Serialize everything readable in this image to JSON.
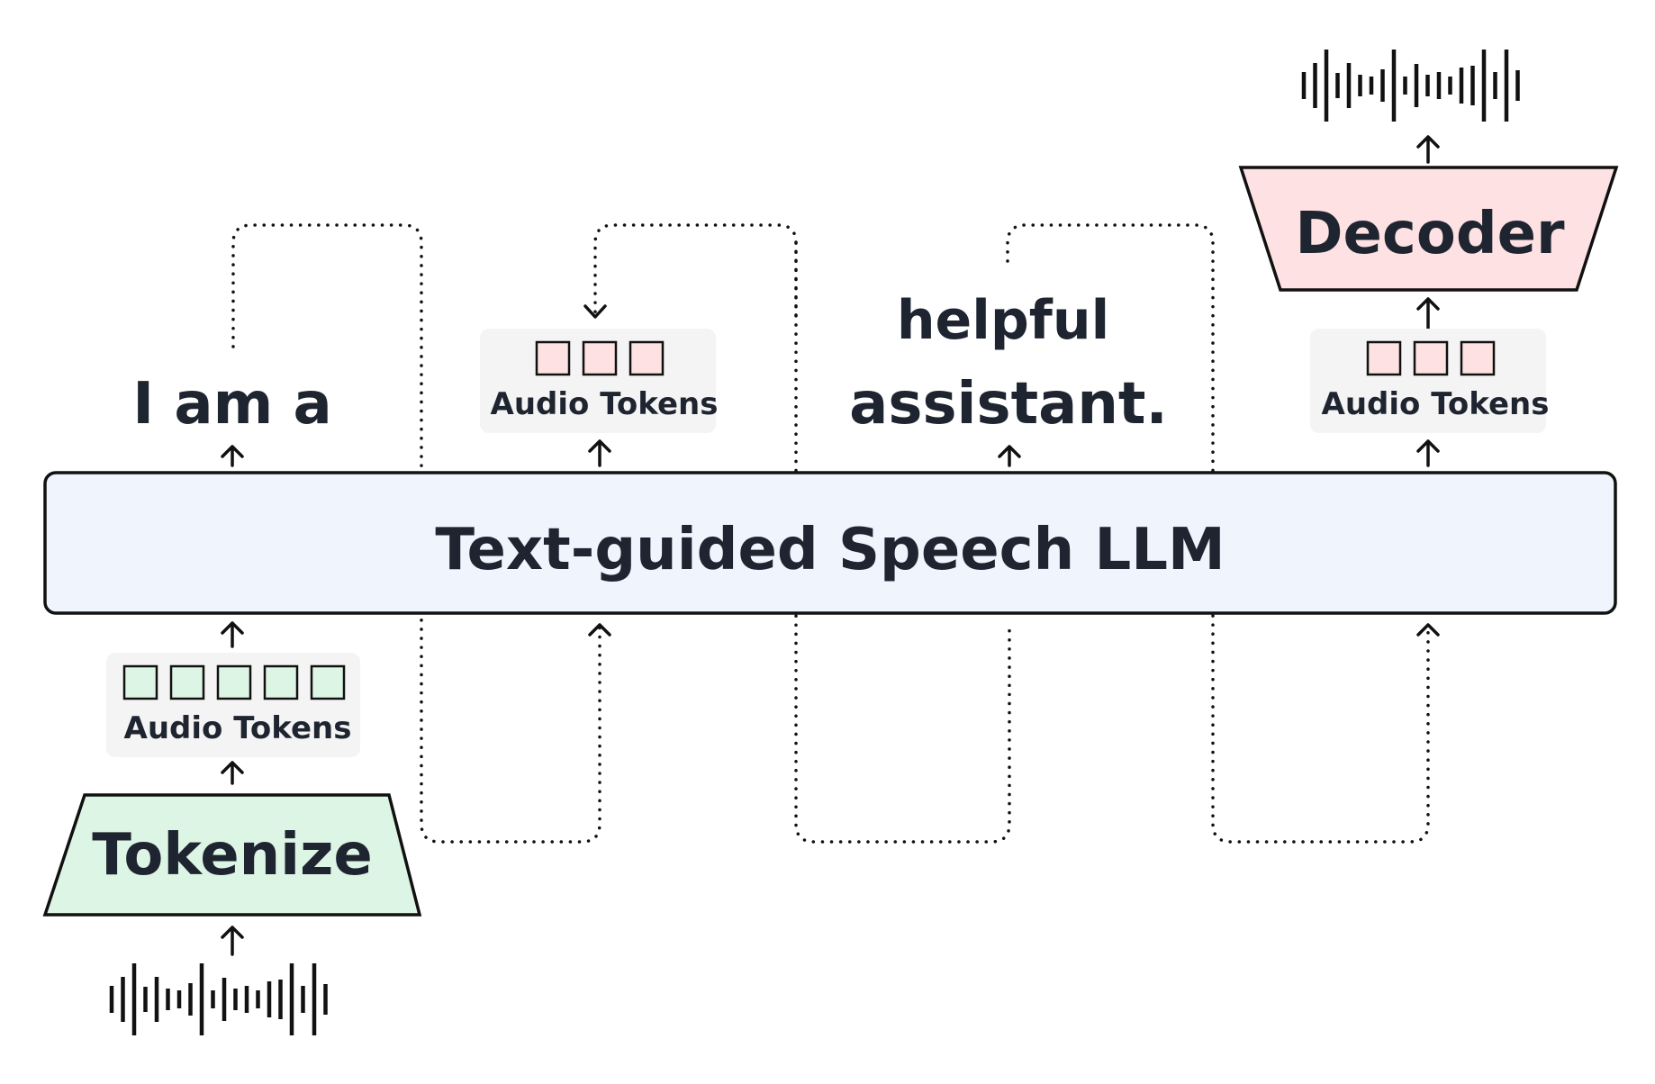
{
  "llm_label": "Text-guided Speech LLM",
  "tokenize_label": "Tokenize",
  "decoder_label": "Decoder",
  "audio_tokens_label": "Audio Tokens",
  "text_out_1": "I am a",
  "text_out_2_line1": "helpful",
  "text_out_2_line2": "assistant.",
  "colors": {
    "llm_fill": "#eff4fd",
    "tokenize_fill": "#ddf5e5",
    "decoder_fill": "#fde1e3",
    "input_token_fill": "#ddf5e5",
    "output_token_fill": "#fde1e3",
    "token_panel_fill": "#f4f4f4",
    "text": "#1f2530"
  },
  "icons": {
    "input_audio": "waveform-icon",
    "output_audio": "waveform-icon",
    "arrows": "arrow-up-icon"
  },
  "token_counts": {
    "input": 5,
    "output_1": 3,
    "output_2": 3
  }
}
